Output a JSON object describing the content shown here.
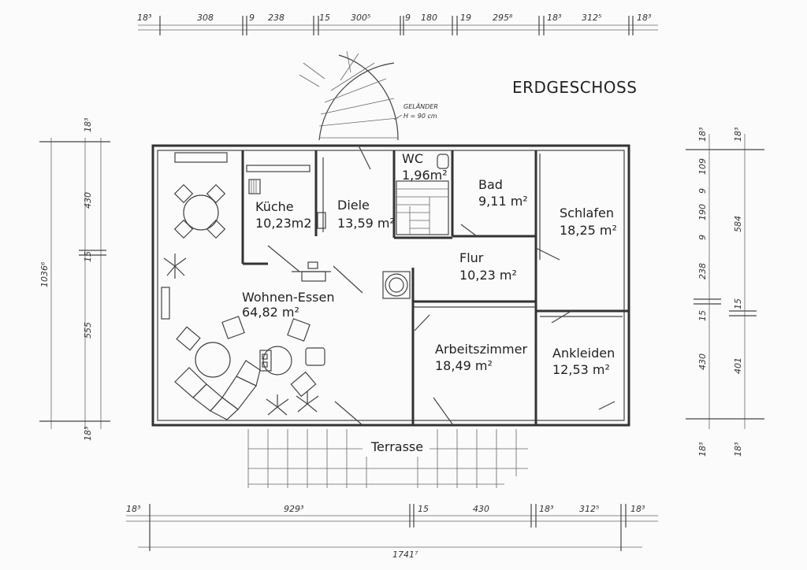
{
  "title": "ERDGESCHOSS",
  "railing_note": {
    "line1": "GELÄNDER",
    "line2": "H = 90 cm"
  },
  "rooms": [
    {
      "id": "wohnen",
      "name": "Wohnen-Essen",
      "area": "64,82 m²"
    },
    {
      "id": "kueche",
      "name": "Küche",
      "area": "10,23m2"
    },
    {
      "id": "diele",
      "name": "Diele",
      "area": "13,59 m²"
    },
    {
      "id": "wc",
      "name": "WC",
      "area": "1,96m²"
    },
    {
      "id": "bad",
      "name": "Bad",
      "area": "9,11 m²"
    },
    {
      "id": "schlafen",
      "name": "Schlafen",
      "area": "18,25 m²"
    },
    {
      "id": "flur",
      "name": "Flur",
      "area": "10,23 m²"
    },
    {
      "id": "arbeit",
      "name": "Arbeitszimmer",
      "area": "18,49 m²"
    },
    {
      "id": "ankleiden",
      "name": "Ankleiden",
      "area": "12,53 m²"
    },
    {
      "id": "terrasse",
      "name": "Terrasse",
      "area": ""
    }
  ],
  "dimensions": {
    "top": [
      "18³",
      "308",
      "9",
      "238",
      "15",
      "300⁵",
      "9",
      "180",
      "19",
      "295⁸",
      "18³",
      "312⁵",
      "18³"
    ],
    "bottom": [
      "18³",
      "929³",
      "15",
      "430",
      "18³",
      "312⁵",
      "18³"
    ],
    "bottom_total": "1741⁷",
    "left": [
      "18³",
      "430",
      "15",
      "555",
      "18³"
    ],
    "left_total": "1036⁶",
    "right_inner": [
      "18³",
      "109",
      "9",
      "190",
      "9",
      "238",
      "15",
      "430",
      "18³"
    ],
    "right_outer": [
      "18³",
      "584",
      "15",
      "401",
      "18³"
    ]
  }
}
